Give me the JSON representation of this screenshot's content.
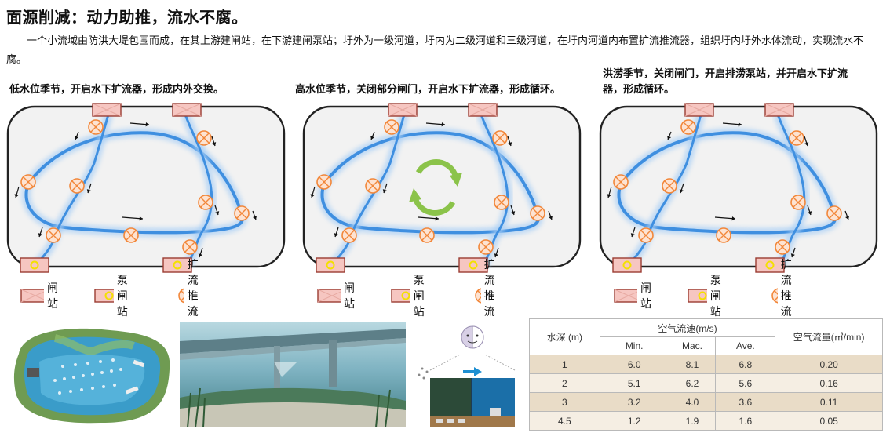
{
  "heading": "面源削减：动力助推，流水不腐。",
  "intro": "一个小流域由防洪大堤包围而成，在其上游建闸站，在下游建闸泵站；圩外为一级河道，圩内为二级河道和三级河道，在圩内河道内布置扩流推流器，组织圩内圩外水体流动，实现流水不腐。",
  "scenarios": [
    {
      "caption": "低水位季节，开启水下扩流器，形成内外交换。"
    },
    {
      "caption": "高水位季节，关闭部分闸门，开启水下扩流器，形成循环。"
    },
    {
      "caption": "洪涝季节，关闭闸门，开启排涝泵站，并开启水下扩流器，形成循环。"
    }
  ],
  "legend": {
    "gate": "闸站",
    "pump": "泵闸站",
    "pusher": "扩流推流器"
  },
  "colors": {
    "river": "#3f8fe0",
    "gate_fill": "#f6c6c1",
    "gate_border": "#9b3c32",
    "pump_ring": "#f4e000",
    "pusher": "#f2873a",
    "circulate": "#8bc34a"
  },
  "table": {
    "depth_header": "水深 (m)",
    "speed_header": "空气流速(m/s)",
    "flow_header": "空气流量(㎥/min)",
    "sub_headers": [
      "Min.",
      "Mac.",
      "Ave."
    ],
    "rows": [
      [
        "1",
        "6.0",
        "8.1",
        "6.8",
        "0.20"
      ],
      [
        "2",
        "5.1",
        "6.2",
        "5.6",
        "0.16"
      ],
      [
        "3",
        "3.2",
        "4.0",
        "3.6",
        "0.11"
      ],
      [
        "4.5",
        "1.2",
        "1.9",
        "1.6",
        "0.05"
      ]
    ]
  }
}
